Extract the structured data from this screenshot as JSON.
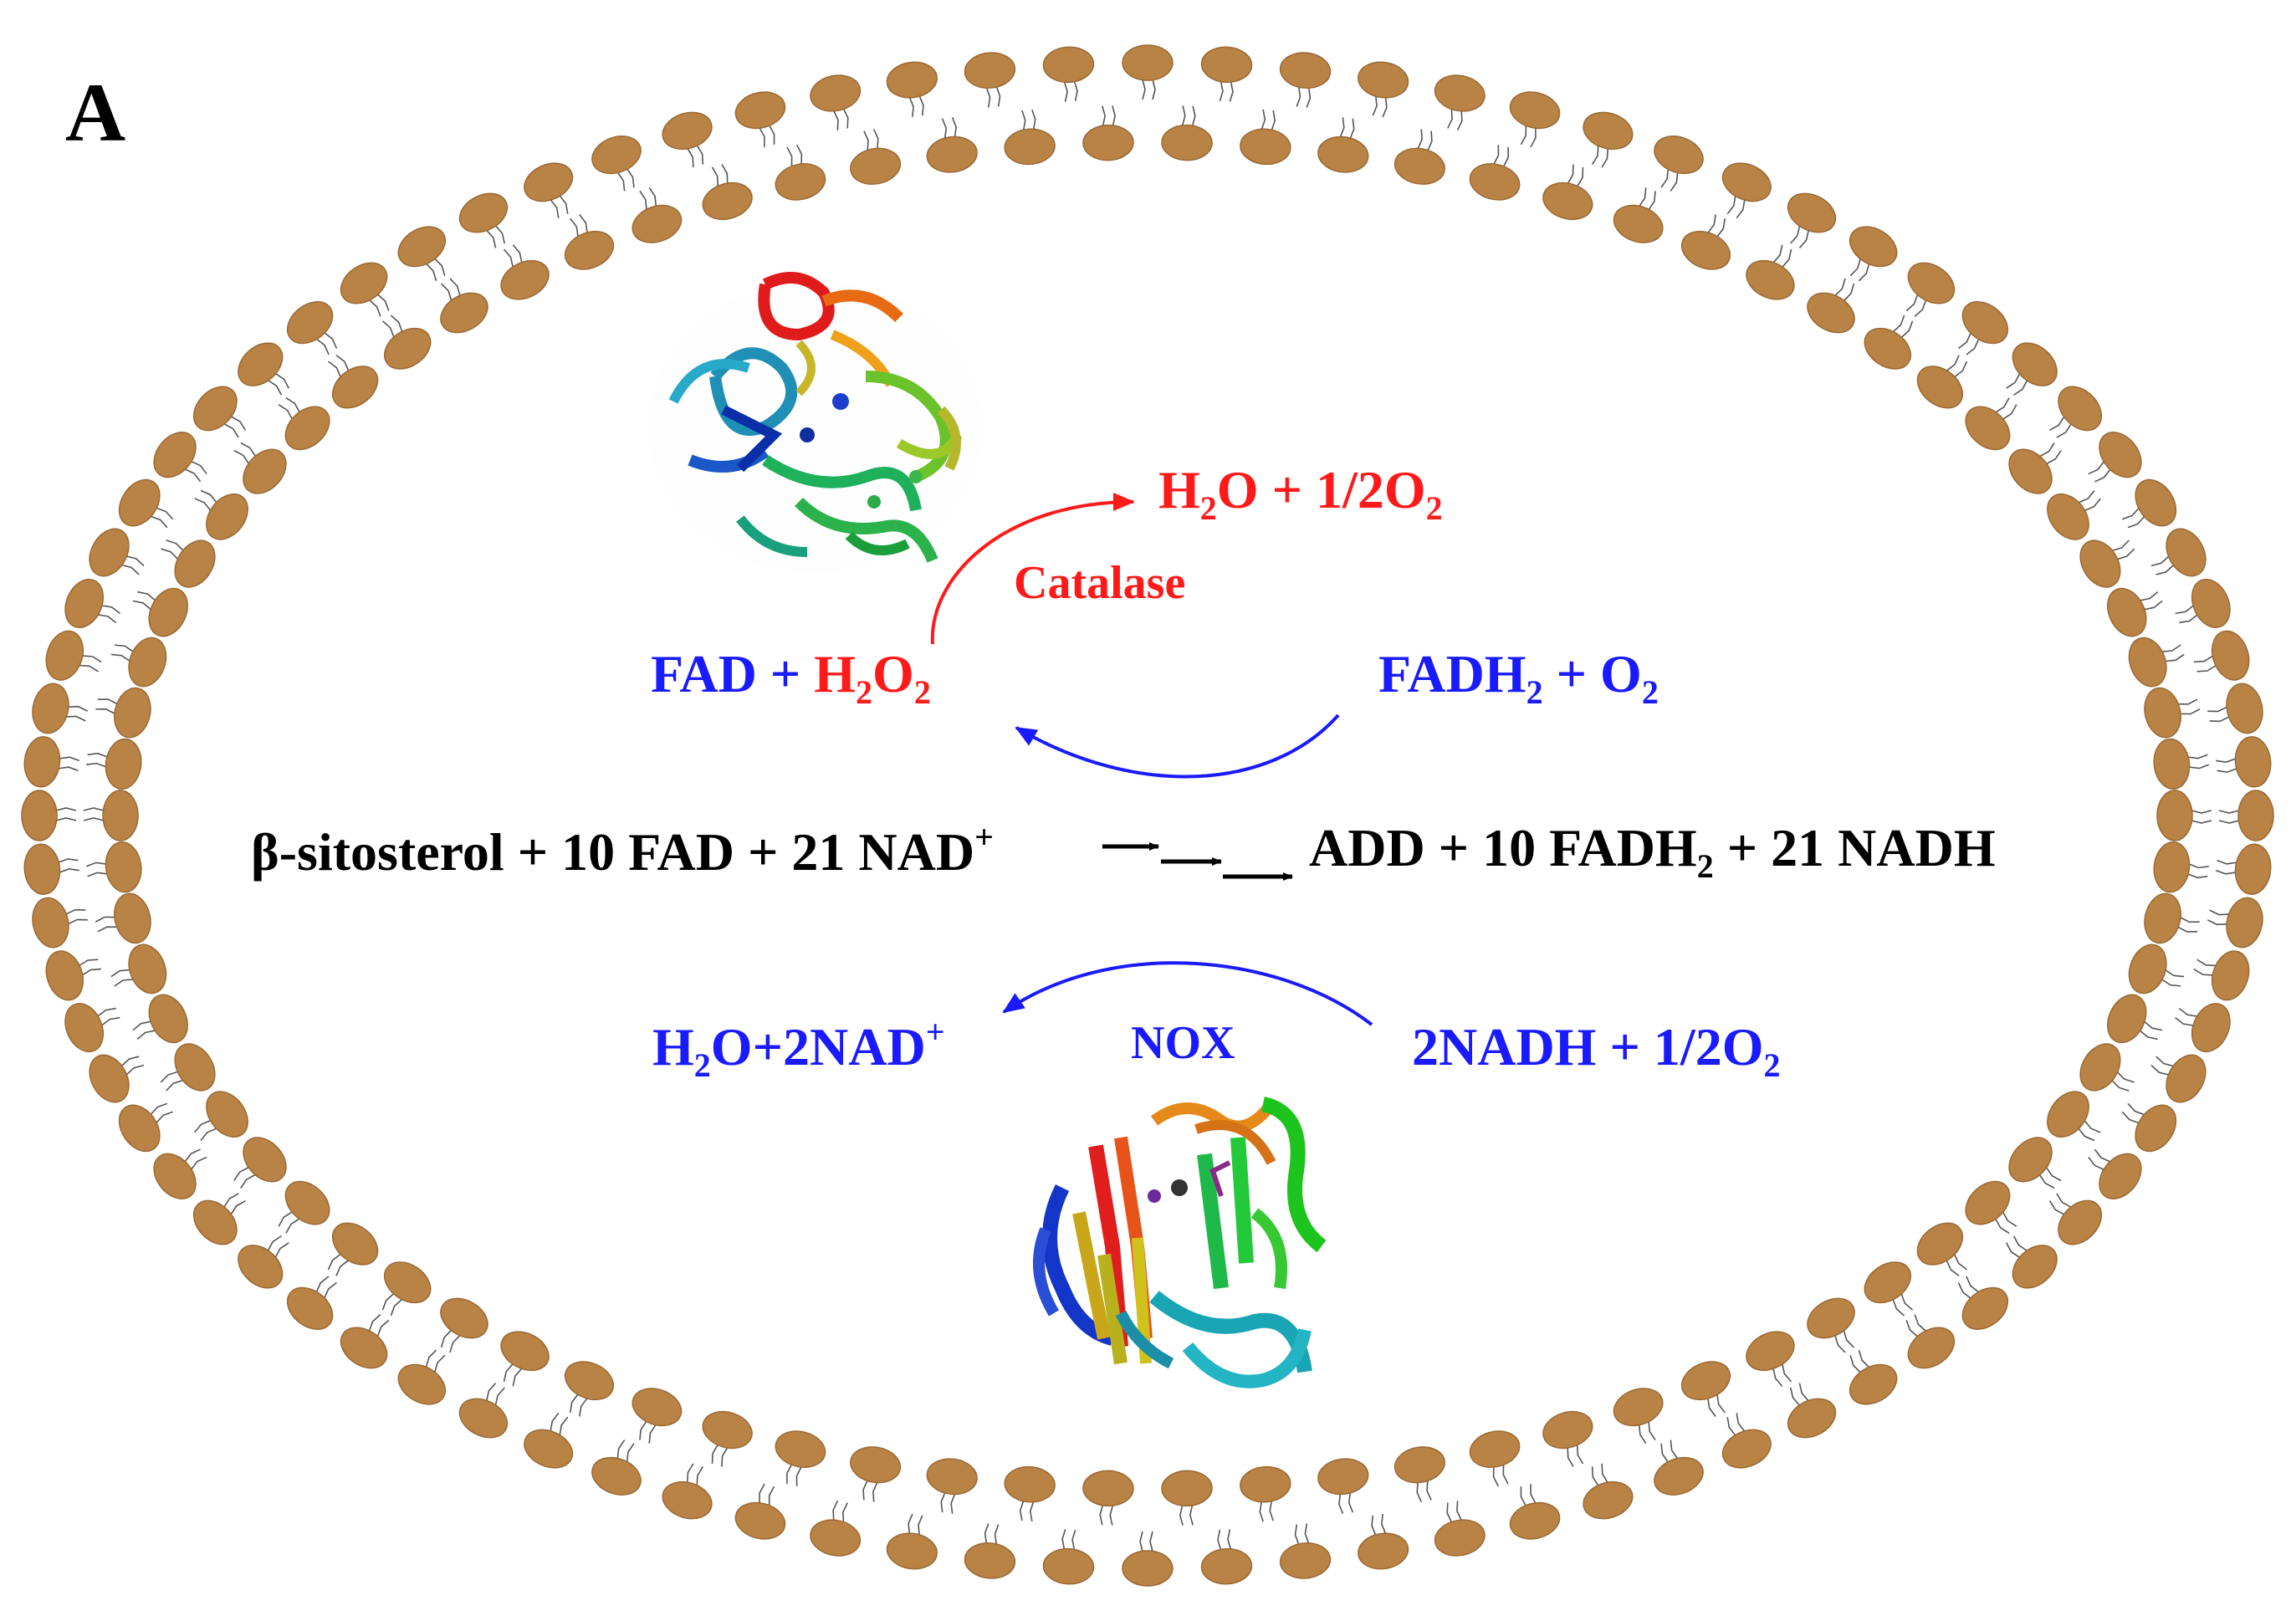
{
  "panel_label": "A",
  "colors": {
    "membrane_head": "#b98346",
    "membrane_head_stroke": "#9a6a34",
    "membrane_tail": "#555555",
    "main_text": "#000000",
    "fad_cycle": "#1a1aff",
    "catalase": "#ff1a1a",
    "nox_cycle": "#1a1aff"
  },
  "main_reaction": {
    "reactants_part1": "β-sitosterol + 10 FAD + 21 NAD",
    "reactants_sup": "+",
    "products_part1": "ADD + 10 FADH",
    "products_sub": "2",
    "products_part2": " + 21 NADH"
  },
  "fad_cycle": {
    "left_fad": "FAD + ",
    "left_h": "H",
    "left_sub1": "2",
    "left_o": "O",
    "left_sub2": "2",
    "right_a": "FADH",
    "right_sub1": "2",
    "right_b": " + O",
    "right_sub2": "2"
  },
  "catalase_reaction": {
    "enzyme": "Catalase",
    "product_a": "H",
    "product_sub1": "2",
    "product_b": "O + 1/2O",
    "product_sub2": "2"
  },
  "nox_reaction": {
    "enzyme": "NOX",
    "left_a": "H",
    "left_sub": "2",
    "left_b": "O+2NAD",
    "left_sup": "+",
    "right_a": "2NADH + 1/2O",
    "right_sub": "2"
  },
  "icons": {
    "catalase_structure": "catalase-protein-structure-icon",
    "nox_structure": "nox-protein-structure-icon"
  }
}
